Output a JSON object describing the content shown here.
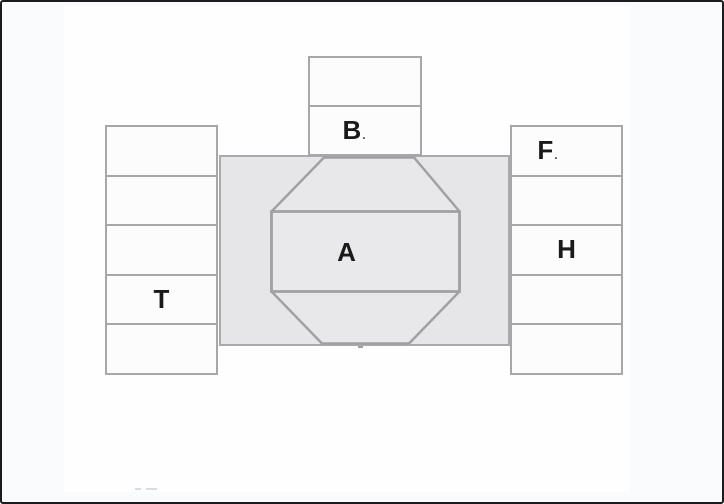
{
  "page": {
    "background_outer": "#fafbfd",
    "background_inner": "#fefeff",
    "frame_color": "#1c1c1c"
  },
  "stage": {
    "label": "A",
    "fill": "#e6e6e8",
    "border_color": "#aaaaac",
    "octagon_fill": "#e8e8ea",
    "octagon_stroke": "#9da0a4",
    "band_fill": "#e9e9eb",
    "band_stroke": "#a1a1a5"
  },
  "top_box": {
    "cells": [
      {
        "label": ""
      },
      {
        "label": "B",
        "dot": "."
      }
    ]
  },
  "left_column": {
    "cells": [
      {
        "label": ""
      },
      {
        "label": ""
      },
      {
        "label": ""
      },
      {
        "label": "T"
      },
      {
        "label": ""
      }
    ]
  },
  "right_column": {
    "cells": [
      {
        "label": "F",
        "dot": "."
      },
      {
        "label": ""
      },
      {
        "label": "H"
      },
      {
        "label": ""
      },
      {
        "label": ""
      }
    ]
  },
  "cell_style": {
    "fill": "#fcfcfd",
    "border_color": "#a7a7a9",
    "label_color": "#1a1a1a"
  }
}
